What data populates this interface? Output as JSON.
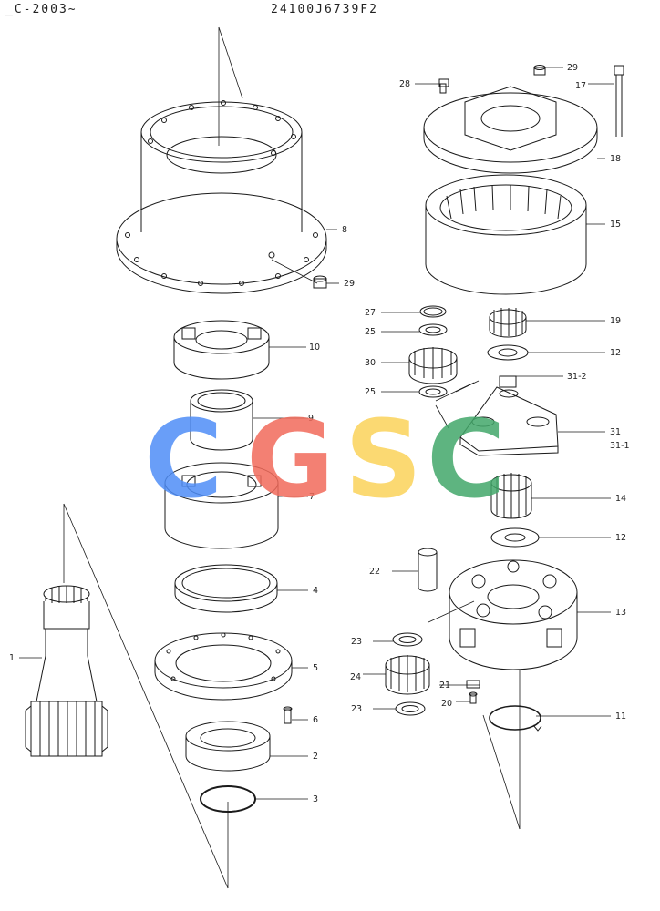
{
  "header": {
    "left_text": "_C-2003~",
    "right_text": "24100J6739F2"
  },
  "watermark": {
    "letters": [
      "C",
      "G",
      "S",
      "C"
    ],
    "colors": [
      "#4f8ef7",
      "#f26b5b",
      "#fbd35a",
      "#43a86a"
    ]
  },
  "callouts": {
    "c1": "1",
    "c2": "2",
    "c3": "3",
    "c4": "4",
    "c5": "5",
    "c6": "6",
    "c7": "7",
    "c8": "8",
    "c9": "9",
    "c10": "10",
    "c11": "11",
    "c12a": "12",
    "c12b": "12",
    "c13": "13",
    "c14": "14",
    "c15": "15",
    "c17": "17",
    "c18": "18",
    "c19": "19",
    "c20": "20",
    "c21": "21",
    "c22": "22",
    "c23a": "23",
    "c23b": "23",
    "c24": "24",
    "c25a": "25",
    "c25b": "25",
    "c27": "27",
    "c28": "28",
    "c29a": "29",
    "c29b": "29",
    "c30": "30",
    "c31": "31",
    "c31_1": "31-1",
    "c31_2": "31-2"
  }
}
